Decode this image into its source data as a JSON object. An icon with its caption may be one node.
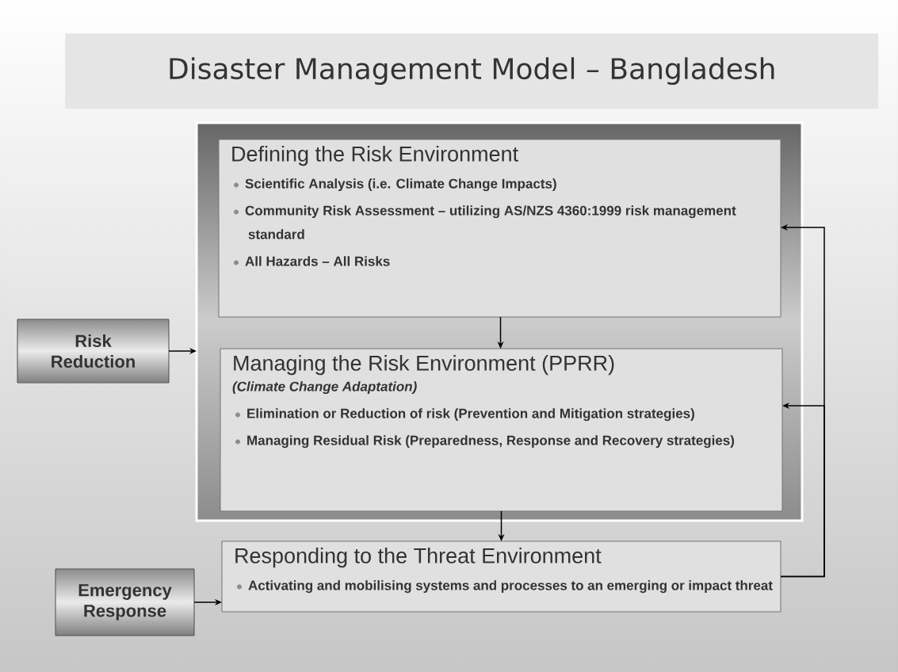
{
  "diagram": {
    "title": "Disaster Management Model – Bangladesh",
    "nodes": [
      {
        "text": [],
        "shape": "box"
      },
      {
        "text": [
          "Defining the Risk Environment",
          "Scientific Analysis (i.e. Climate Change Impacts)",
          "Community Risk Assessment – utilizing AS/NZS 4360:1999 risk management standard",
          "All Hazards – All Risks"
        ],
        "in": 0
      },
      {
        "text": [
          "Managing the Risk Environment (PPRR)",
          "(Climate Change Adaptation)",
          "Elimination or Reduction of risk (Prevention and Mitigation strategies)",
          "Managing Residual Risk (Preparedness, Response and Recovery strategies)"
        ],
        "in": 0
      },
      {
        "text": [
          "Responding to the Threat Environment",
          "Activating and mobilising systems and processes to an emerging or impact threat"
        ]
      },
      {
        "text": [
          "Risk Reduction"
        ]
      },
      {
        "text": [
          "Emergency Response"
        ]
      }
    ],
    "edges": [
      {
        "from": 4,
        "to": 0,
        "arrow": "to"
      },
      {
        "from": 1,
        "to": 2,
        "arrow": "to"
      },
      {
        "from": 2,
        "to": 3,
        "arrow": "to"
      },
      {
        "from": 5,
        "to": 3,
        "arrow": "to"
      },
      {
        "from": 3,
        "to": 1,
        "arrow": "to"
      },
      {
        "from": 3,
        "to": 2,
        "arrow": "to"
      }
    ]
  }
}
